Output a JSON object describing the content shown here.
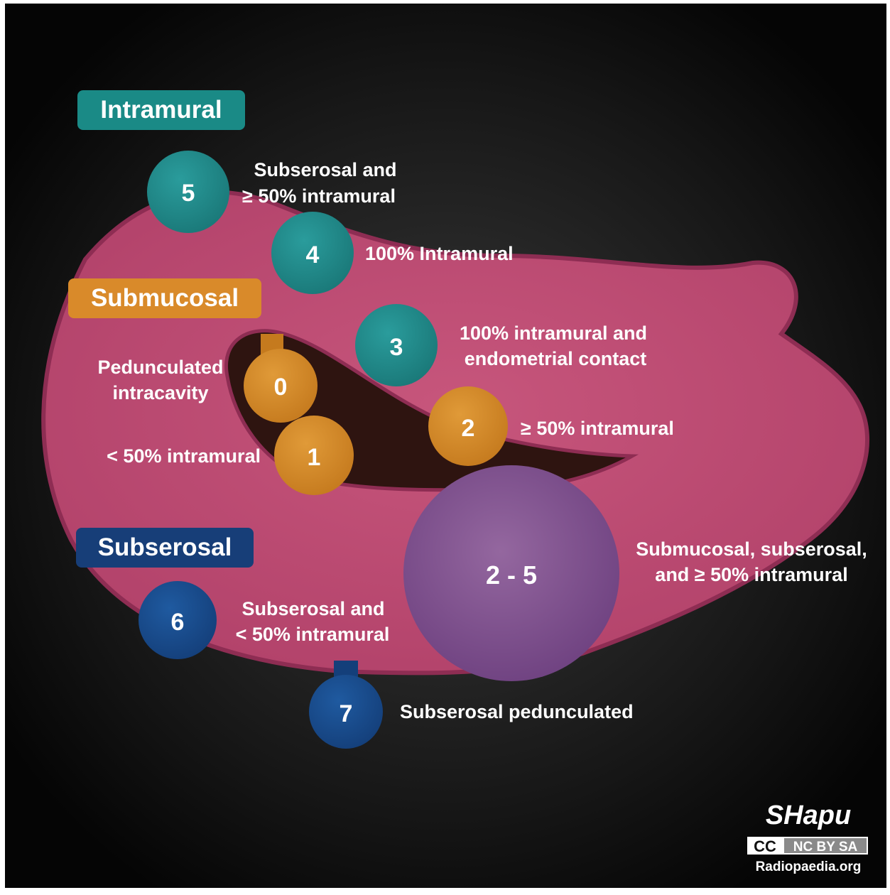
{
  "categories": {
    "intramural": {
      "label": "Intramural",
      "color": "#1a8a86"
    },
    "submucosal": {
      "label": "Submucosal",
      "color": "#d98a2a"
    },
    "subserosal": {
      "label": "Subserosal",
      "color": "#173e78"
    }
  },
  "types": [
    {
      "number": "5",
      "category": "intramural",
      "description_lines": [
        "Subserosal and",
        "≥ 50% intramural"
      ]
    },
    {
      "number": "4",
      "category": "intramural",
      "description_lines": [
        "100% Intramural"
      ]
    },
    {
      "number": "3",
      "category": "intramural",
      "description_lines": [
        "100% intramural and",
        "endometrial contact"
      ]
    },
    {
      "number": "0",
      "category": "submucosal",
      "description_lines": [
        "Pedunculated",
        "intracavity"
      ]
    },
    {
      "number": "2",
      "category": "submucosal",
      "description_lines": [
        "≥ 50% intramural"
      ]
    },
    {
      "number": "1",
      "category": "submucosal",
      "description_lines": [
        "< 50% intramural"
      ]
    },
    {
      "number": "2 - 5",
      "category": "hybrid",
      "description_lines": [
        "Submucosal, subserosal,",
        "and ≥ 50% intramural"
      ]
    },
    {
      "number": "6",
      "category": "subserosal",
      "description_lines": [
        "Subserosal and",
        "< 50% intramural"
      ]
    },
    {
      "number": "7",
      "category": "subserosal",
      "description_lines": [
        "Subserosal pedunculated"
      ]
    }
  ],
  "colors": {
    "background": "#141414",
    "uterus": "#c04a72",
    "uterus_edge": "#8e2d53",
    "cavity": "#2e1410",
    "hybrid": "#7d4e8c"
  },
  "credit": {
    "signature": "SHapu",
    "license_cc": "CC",
    "license_terms": "NC BY SA",
    "site": "Radiopaedia.org"
  }
}
